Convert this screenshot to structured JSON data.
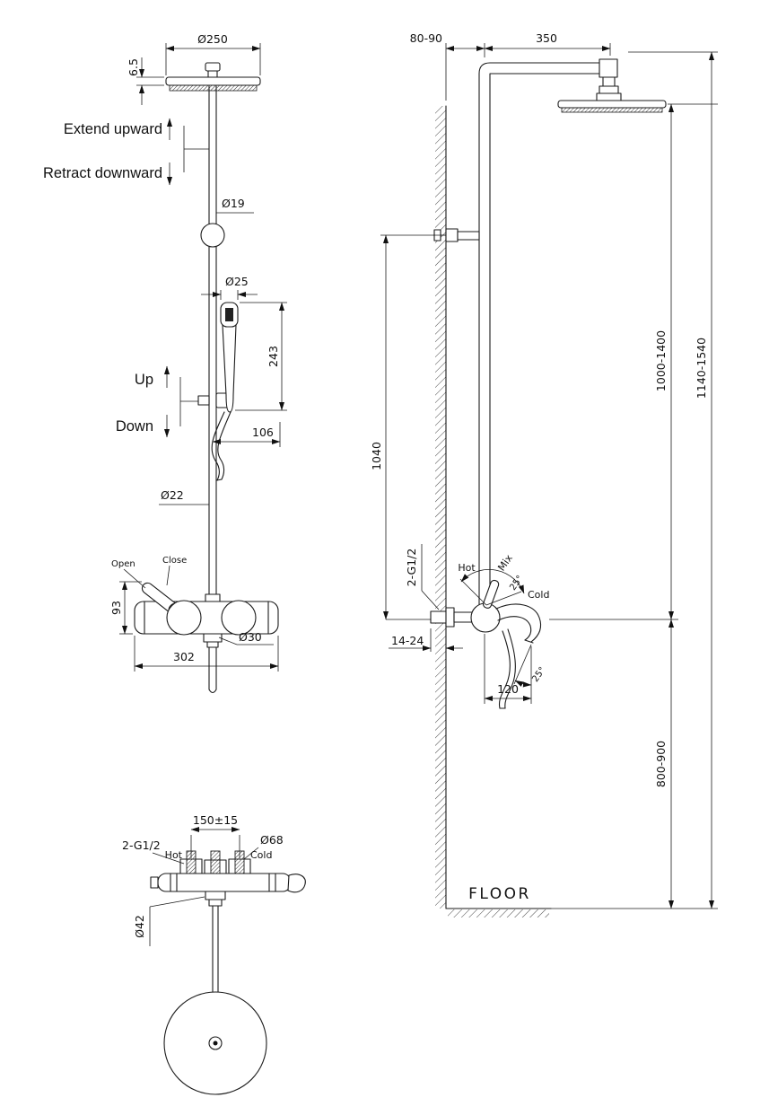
{
  "drawing": {
    "front": {
      "dia_head": "Ø250",
      "head_thickness": "6.5",
      "extend": "Extend upward",
      "retract": "Retract downward",
      "dia_pipe": "Ø19",
      "dia_hand": "Ø25",
      "hand_len": "243",
      "up": "Up",
      "down": "Down",
      "slider_len": "106",
      "dia_riser": "Ø22",
      "open": "Open",
      "close": "Close",
      "body_h": "93",
      "dia_outlet": "Ø30",
      "body_w": "302"
    },
    "side": {
      "wall_gap": "80-90",
      "arm_len": "350",
      "bracket_h": "1040",
      "head_range": "1000-1400",
      "total_range": "1140-1540",
      "mixer_range": "800-900",
      "thread": "2-G1/2",
      "hot": "Hot",
      "mix": "Mix",
      "handle_angle": "25°",
      "cold": "Cold",
      "wall_depth": "14-24",
      "spout_reach": "120",
      "spout_angle": "25°",
      "floor": "FLOOR"
    },
    "plan": {
      "inlet_spacing": "150±15",
      "thread": "2-G1/2",
      "dia_escutcheon": "Ø68",
      "hot": "Hot",
      "cold": "Cold",
      "dia_spout": "Ø42"
    }
  }
}
